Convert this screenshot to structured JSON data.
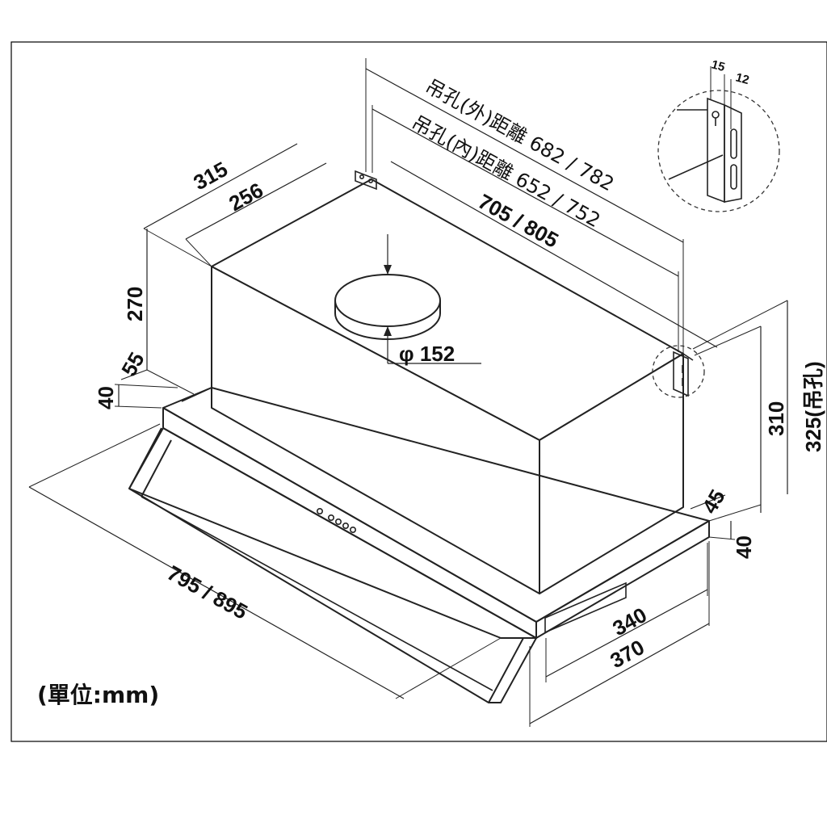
{
  "labels": {
    "outer_hole_distance": "吊孔(外)距離 682 / 782",
    "inner_hole_distance": "吊孔(內)距離 652 / 752",
    "body_width": "705 / 805",
    "depth_outer": "315",
    "depth_inner": "256",
    "height_270": "270",
    "offset_55": "55",
    "front_40_left": "40",
    "duct_diameter": "φ 152",
    "height_310": "310",
    "height_325": "325(吊孔)",
    "offset_45": "45",
    "front_40_right": "40",
    "panel_340": "340",
    "panel_370": "370",
    "panel_width": "795 / 895",
    "bracket_15": "15",
    "bracket_12": "12",
    "unit": "(單位:mm)"
  }
}
